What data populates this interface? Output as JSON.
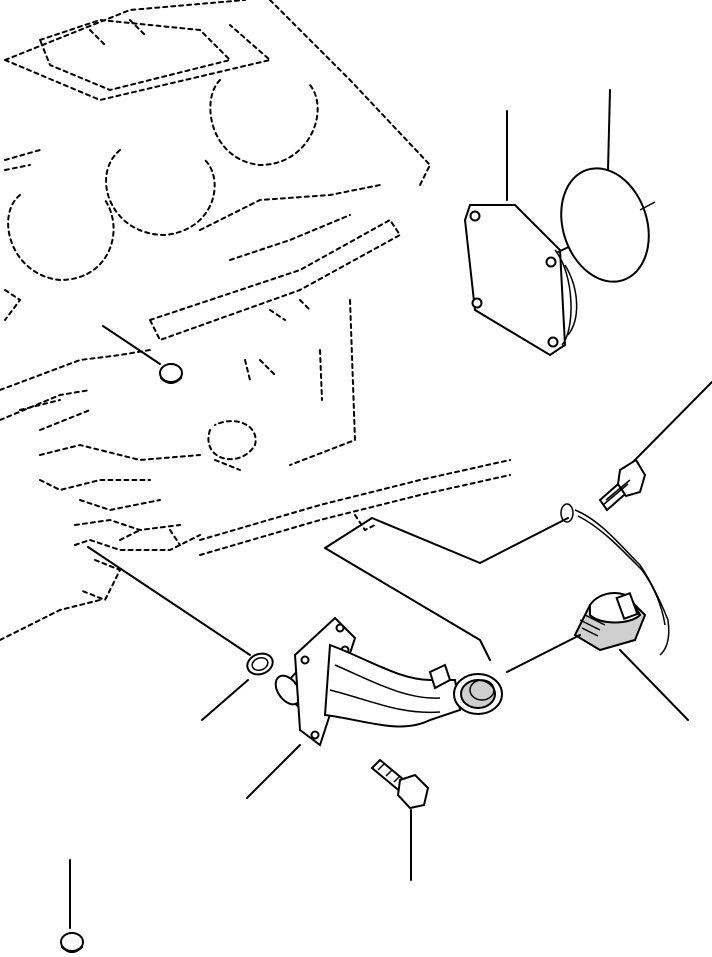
{
  "diagram": {
    "kind": "exploded-parts-view",
    "line_color": "#000000",
    "background": "#ffffff",
    "parts": [
      {
        "name": "engine-block",
        "style": "hidden-dashed"
      },
      {
        "name": "plug-upper"
      },
      {
        "name": "cover-plate"
      },
      {
        "name": "gasket"
      },
      {
        "name": "bolt-chain"
      },
      {
        "name": "drain-valve"
      },
      {
        "name": "chain"
      },
      {
        "name": "o-ring"
      },
      {
        "name": "drain-pipe"
      },
      {
        "name": "bolt-lower"
      },
      {
        "name": "plug-lower"
      }
    ]
  }
}
